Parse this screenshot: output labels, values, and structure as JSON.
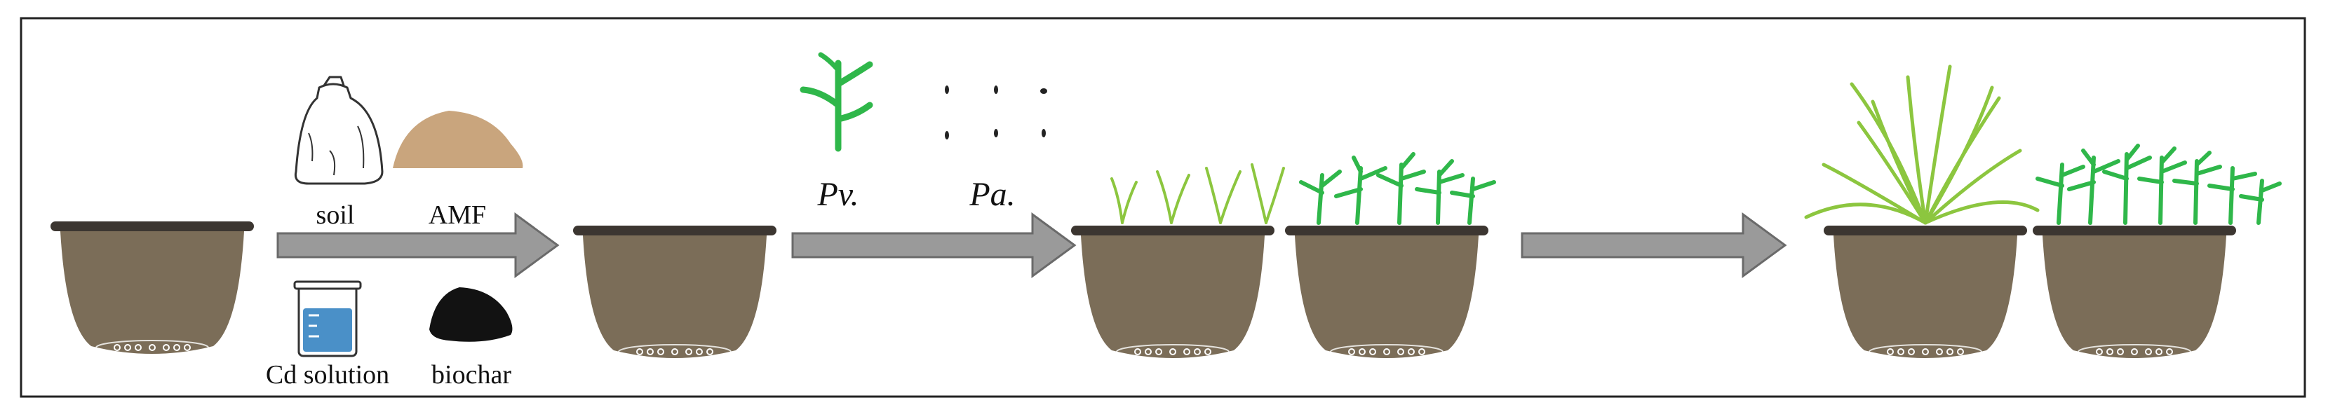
{
  "labels": {
    "soil": "soil",
    "amf": "AMF",
    "cd_solution": "Cd solution",
    "biochar": "biochar",
    "pv": "Pv.",
    "pa": "Pa."
  },
  "colors": {
    "pot_body": "#7b6d58",
    "pot_rim": "#3c3631",
    "arrow_fill": "#9a9a9a",
    "arrow_stroke": "#6a6a6a",
    "grass_light": "#8cc63f",
    "grass_dark": "#2fb74a",
    "amf_sand": "#c9a57d",
    "biochar": "#121212",
    "liquid": "#4a90c8"
  }
}
